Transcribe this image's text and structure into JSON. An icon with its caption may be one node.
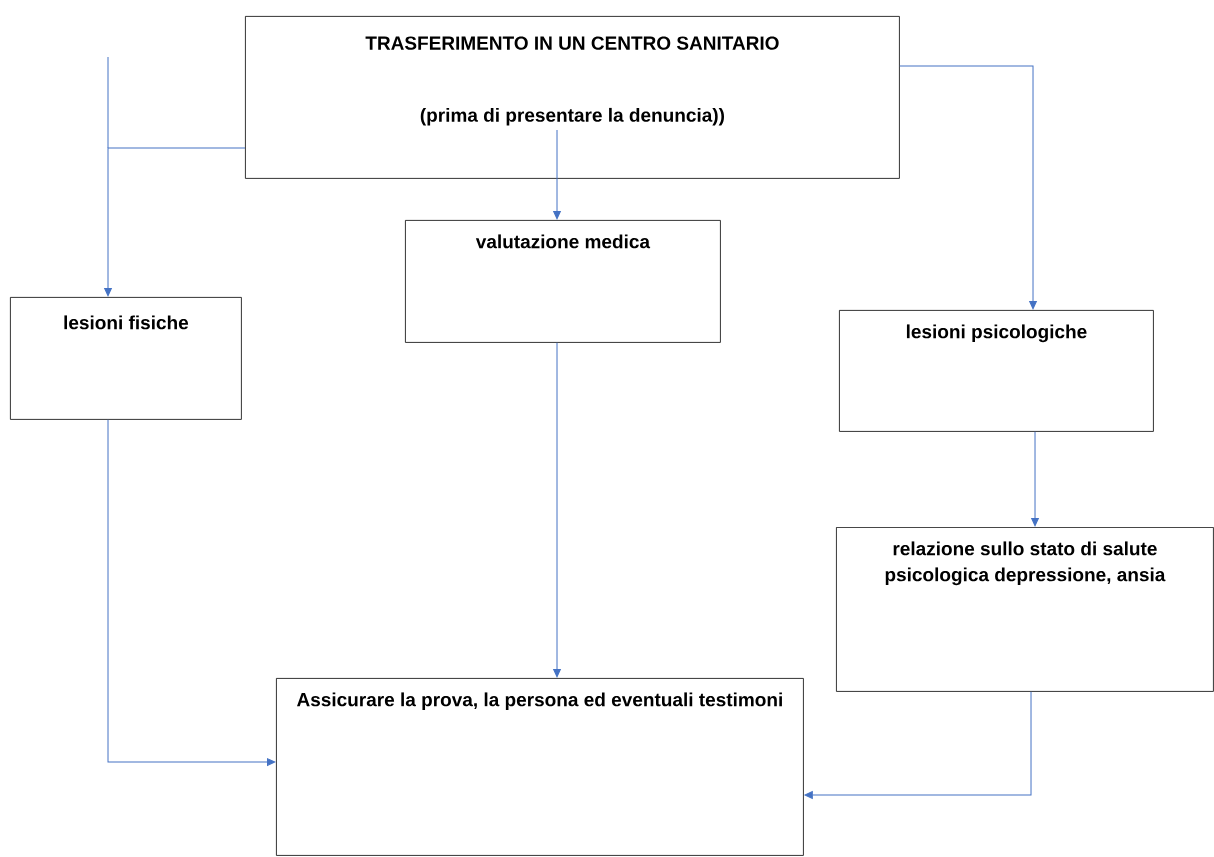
{
  "diagram": {
    "nodes": [
      {
        "text": [
          "TRASFERIMENTO IN UN CENTRO SANITARIO",
          "(prima di presentare la denuncia))"
        ]
      },
      {
        "text": [
          "lesioni fisiche"
        ]
      },
      {
        "text": [
          "valutazione medica"
        ]
      },
      {
        "text": [
          "lesioni psicologiche"
        ]
      },
      {
        "text": [
          "relazione sullo stato di salute psicologica depressione, ansia"
        ]
      },
      {
        "text": [
          "Assicurare la prova, la persona ed eventuali testimoni"
        ]
      }
    ],
    "edges": [
      {
        "from": 0,
        "to": 1,
        "arrow": "to"
      },
      {
        "from": 0,
        "to": 2,
        "arrow": "to"
      },
      {
        "from": 0,
        "to": 3,
        "arrow": "to"
      },
      {
        "from": 2,
        "to": 5,
        "arrow": "to"
      },
      {
        "from": 1,
        "to": 5,
        "arrow": "to"
      },
      {
        "from": 3,
        "to": 4,
        "arrow": "to"
      },
      {
        "from": 4,
        "to": 5,
        "arrow": "to"
      }
    ]
  }
}
